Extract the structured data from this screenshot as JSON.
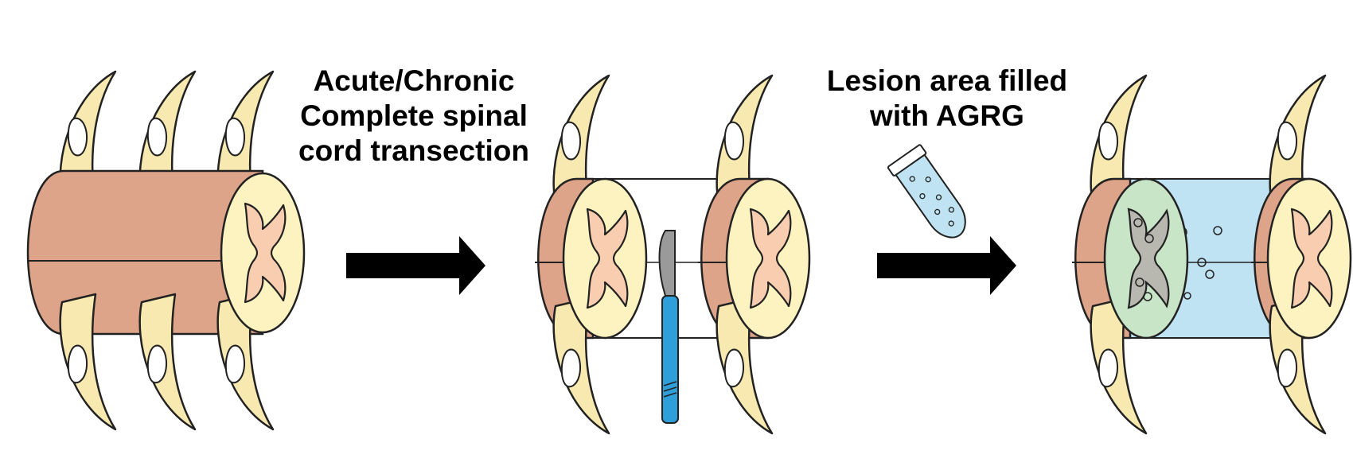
{
  "captions": {
    "step1": [
      "Acute/Chronic",
      "Complete spinal",
      "cord transection"
    ],
    "step2": [
      "Lesion area filled",
      "with AGRG"
    ]
  },
  "colors": {
    "cord_tissue": "#DDA48A",
    "white_matter": "#FDF3C0",
    "gray_matter": "#F9CDB0",
    "nerve_root": "#F8E9B0",
    "hydrogel_fill": "#BFE3F2",
    "stained_section": "#C9E5C8",
    "scalpel_handle": "#2E9FD8",
    "scalpel_blade": "#9A9A9A",
    "arrow": "#000000",
    "outline": "#222222"
  },
  "icons": [
    "spinal-cord-icon",
    "scalpel-icon",
    "hydrogel-vial-icon",
    "arrow-right-icon",
    "bubble-icon"
  ]
}
